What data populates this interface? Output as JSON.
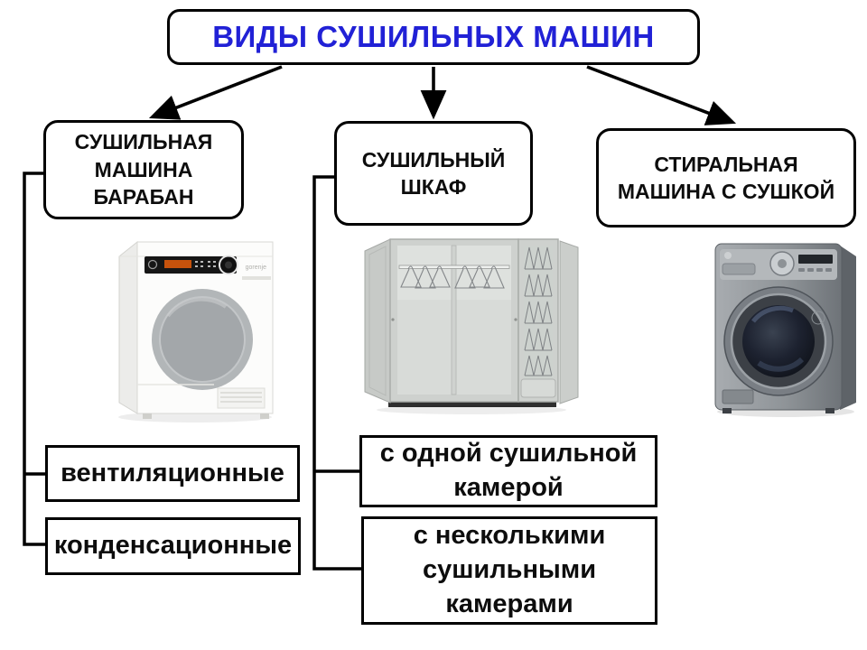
{
  "diagram": {
    "title": "ВИДЫ СУШИЛЬНЫХ МАШИН",
    "colors": {
      "title_text": "#2121d6",
      "connector": "#000000",
      "box_border": "#000000",
      "background": "#ffffff"
    },
    "nodes": {
      "drum": {
        "lines": [
          "СУШИЛЬНАЯ",
          "МАШИНА",
          "БАРАБАН"
        ]
      },
      "cabinet": {
        "lines": [
          "СУШИЛЬНЫЙ",
          "ШКАФ"
        ]
      },
      "washer": {
        "lines": [
          "СТИРАЛЬНАЯ",
          "МАШИНА С СУШКОЙ"
        ]
      },
      "vent": {
        "label": "вентиляционные"
      },
      "cond": {
        "label": "конденсационные"
      },
      "one_chamber": {
        "lines": [
          "с одной сушильной",
          "камерой"
        ]
      },
      "multi_chamber": {
        "lines": [
          "с несколькими",
          "сушильными",
          "камерами"
        ]
      }
    },
    "images": {
      "left": "drum-tumble-dryer-photo",
      "middle": "drying-cabinet-photo",
      "right": "washer-dryer-combo-photo"
    }
  }
}
